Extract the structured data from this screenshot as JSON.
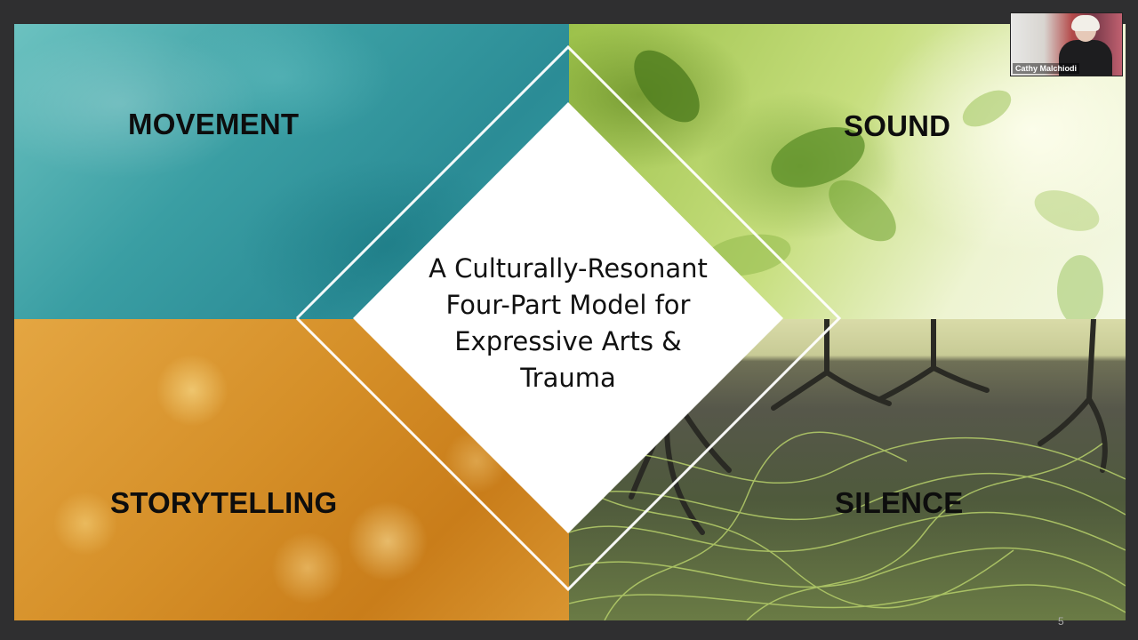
{
  "slide": {
    "quadrants": {
      "top_left": "MOVEMENT",
      "top_right": "SOUND",
      "bottom_left": "STORYTELLING",
      "bottom_right": "SILENCE"
    },
    "center_title_lines": [
      "A Culturally-Resonant",
      "Four-Part Model for",
      "Expressive Arts &",
      "Trauma"
    ],
    "page_number": "5"
  },
  "participant": {
    "name": "Cathy Malchiodi"
  },
  "colors": {
    "movement": "#3a9ea3",
    "sound": "#b9d66a",
    "storytelling": "#d58f28",
    "silence": "#56574a",
    "diamond": "#ffffff"
  }
}
